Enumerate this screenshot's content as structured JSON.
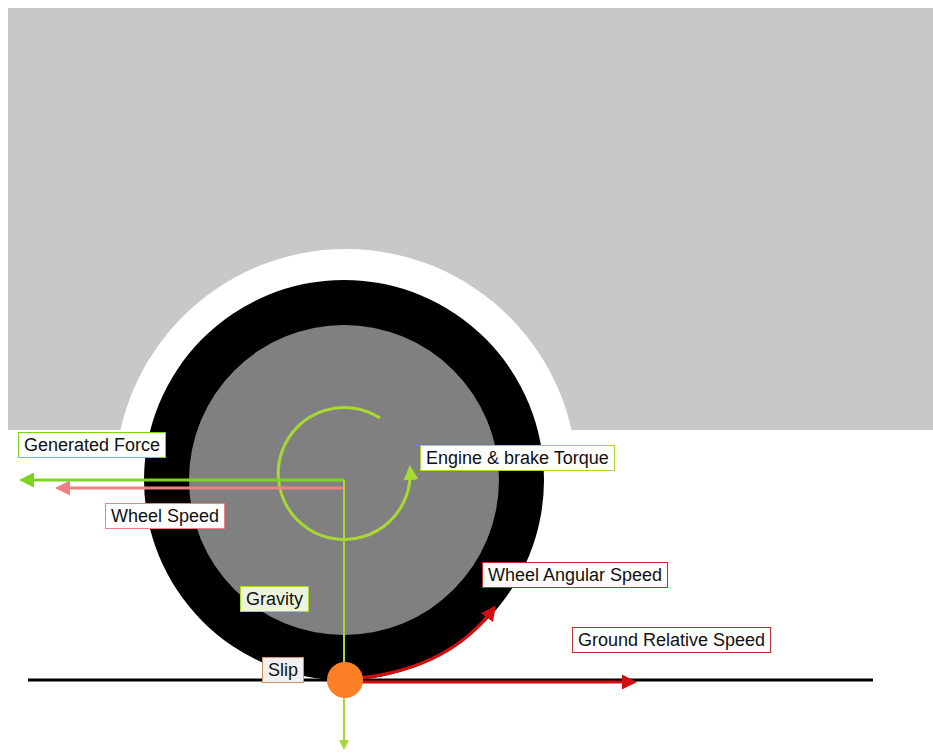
{
  "diagram": {
    "nodes": [
      {
        "text": [
          "Generated Force"
        ]
      },
      {
        "text": [
          "Engine & brake Torque"
        ]
      },
      {
        "text": [
          "Wheel Speed"
        ]
      },
      {
        "text": [
          "Wheel Angular Speed"
        ]
      },
      {
        "text": [
          "Gravity"
        ]
      },
      {
        "text": [
          "Ground Relative Speed"
        ]
      },
      {
        "text": [
          "Slip"
        ]
      }
    ]
  }
}
